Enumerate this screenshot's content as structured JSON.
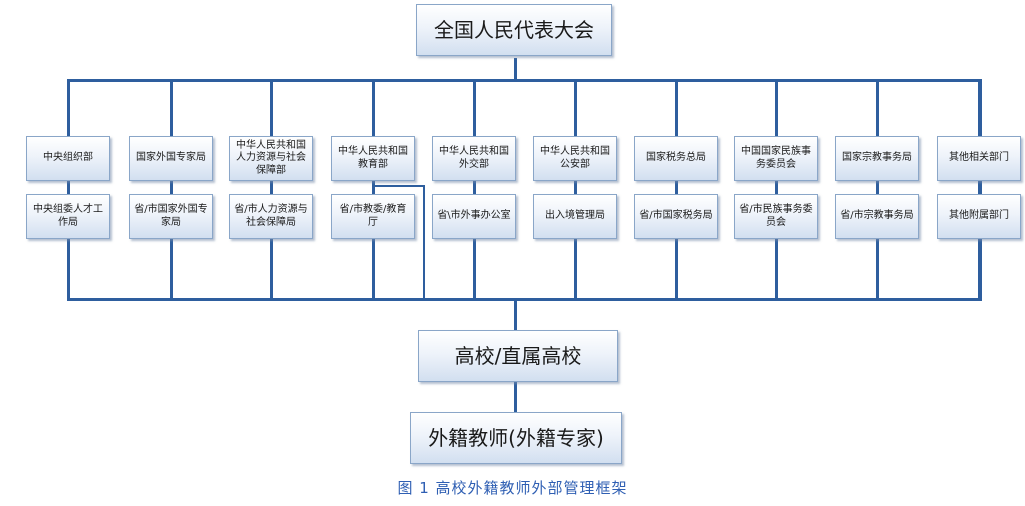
{
  "diagram": {
    "top": "全国人民代表大会",
    "university": "高校/直属高校",
    "teacher": "外籍教师(外籍专家)",
    "columns": [
      {
        "upper": "中央组织部",
        "lower": "中央组委人才工作局"
      },
      {
        "upper": "国家外国专家局",
        "lower": "省/市国家外国专家局"
      },
      {
        "upper": "中华人民共和国人力资源与社会保障部",
        "lower": "省/市人力资源与社会保障局"
      },
      {
        "upper": "中华人民共和国教育部",
        "lower": "省/市教委/教育厅"
      },
      {
        "upper": "中华人民共和国外交部",
        "lower": "省\\市外事办公室"
      },
      {
        "upper": "中华人民共和国公安部",
        "lower": "出入境管理局"
      },
      {
        "upper": "国家税务总局",
        "lower": "省/市国家税务局"
      },
      {
        "upper": "中国国家民族事务委员会",
        "lower": "省/市民族事务委员会"
      },
      {
        "upper": "国家宗教事务局",
        "lower": "省/市宗教事务局"
      },
      {
        "upper": "其他相关部门",
        "lower": "其他附属部门"
      }
    ]
  },
  "caption": "图 1 高校外籍教师外部管理框架",
  "colors": {
    "line": "#2e5e9e",
    "box_border": "#8aa6c8",
    "caption": "#2f5fb3"
  }
}
